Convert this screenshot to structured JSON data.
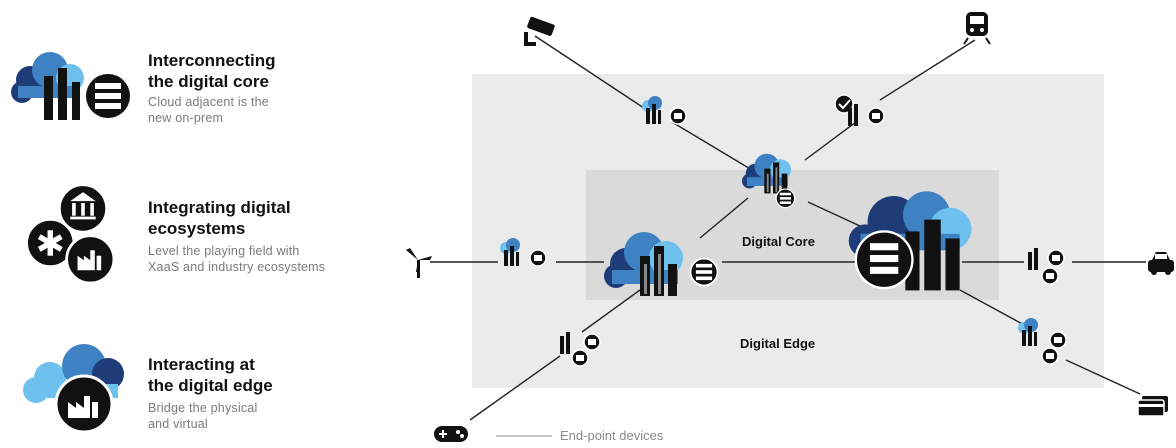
{
  "legend": [
    {
      "title_line1": "Interconnecting",
      "title_line2": "the digital core",
      "desc_line1": "Cloud adjacent is the",
      "desc_line2": "new on-prem"
    },
    {
      "title_line1": "Integrating digital",
      "title_line2": "ecosystems",
      "desc_line1": "Level the playing field with",
      "desc_line2": "XaaS and industry ecosystems"
    },
    {
      "title_line1": "Interacting at",
      "title_line2": "the digital edge",
      "desc_line1": "Bridge the physical",
      "desc_line2": "and virtual"
    }
  ],
  "diagram": {
    "core_label": "Digital Core",
    "edge_label": "Digital Edge",
    "endpoint_label": "End-point devices",
    "endpoint_icons": [
      "security-camera-icon",
      "train-icon",
      "wind-turbine-icon",
      "car-icon",
      "gamepad-icon",
      "credit-card-icon"
    ],
    "node_icons": [
      "cloud-datacenter-icon",
      "bank-icon",
      "factory-icon",
      "health-icon",
      "server-icon"
    ]
  },
  "colors": {
    "cloud_dark": "#1e3d78",
    "cloud_mid": "#3f82c4",
    "cloud_light": "#6ec1ee",
    "edge_zone": "#ebebeb",
    "core_zone": "#dadada",
    "ink": "#111111"
  }
}
